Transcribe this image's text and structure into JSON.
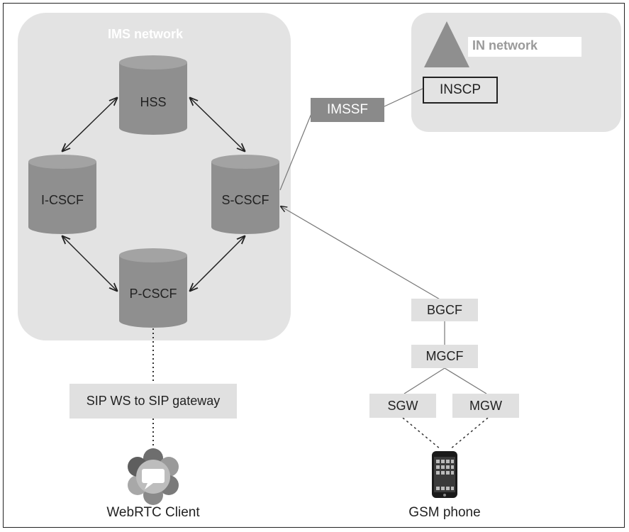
{
  "ims_network": {
    "title": "IMS network"
  },
  "in_network": {
    "title": "IN network",
    "inscp": "INSCP"
  },
  "nodes": {
    "hss": "HSS",
    "icscf": "I-CSCF",
    "scscf": "S-CSCF",
    "pcscf": "P-CSCF",
    "imssf": "IMSSF",
    "bgcf": "BGCF",
    "mgcf": "MGCF",
    "sgw": "SGW",
    "mgw": "MGW",
    "sip_gateway": "SIP WS to SIP gateway"
  },
  "clients": {
    "webrtc": "WebRTC Client",
    "gsm": "GSM phone"
  },
  "colors": {
    "panel": "#e3e3e3",
    "cylinder": "#8f8f8f",
    "cylinder_top": "#a3a3a3",
    "dark_box": "#8a8a8a",
    "light_box": "#e0e0e0",
    "line": "#555555"
  }
}
